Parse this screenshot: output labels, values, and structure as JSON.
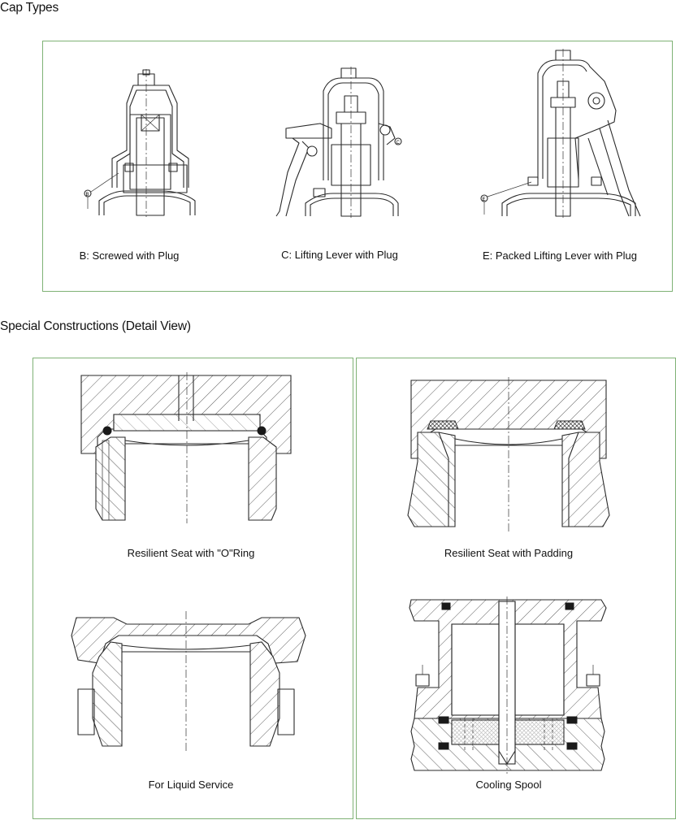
{
  "headings": {
    "cap_types": "Cap Types",
    "special_constructions": "Special Constructions (Detail View)"
  },
  "cap_types": [
    {
      "letter": "B",
      "caption": "B:  Screwed  with Plug"
    },
    {
      "letter": "C",
      "caption": "C: Lifting Lever with Plug"
    },
    {
      "letter": "E",
      "caption": "E: Packed Lifting Lever with Plug"
    }
  ],
  "callouts": {
    "b_label": "B",
    "c_label": "C",
    "e_label": "E"
  },
  "special_constructions": [
    {
      "caption": "Resilient Seat with \"O\"Ring"
    },
    {
      "caption": "Resilient Seat with Padding"
    },
    {
      "caption": "For Liquid Service"
    },
    {
      "caption": "Cooling Spool"
    }
  ],
  "colors": {
    "panel_border": "#7fb275",
    "line": "#2a2a2a",
    "background": "#ffffff"
  }
}
